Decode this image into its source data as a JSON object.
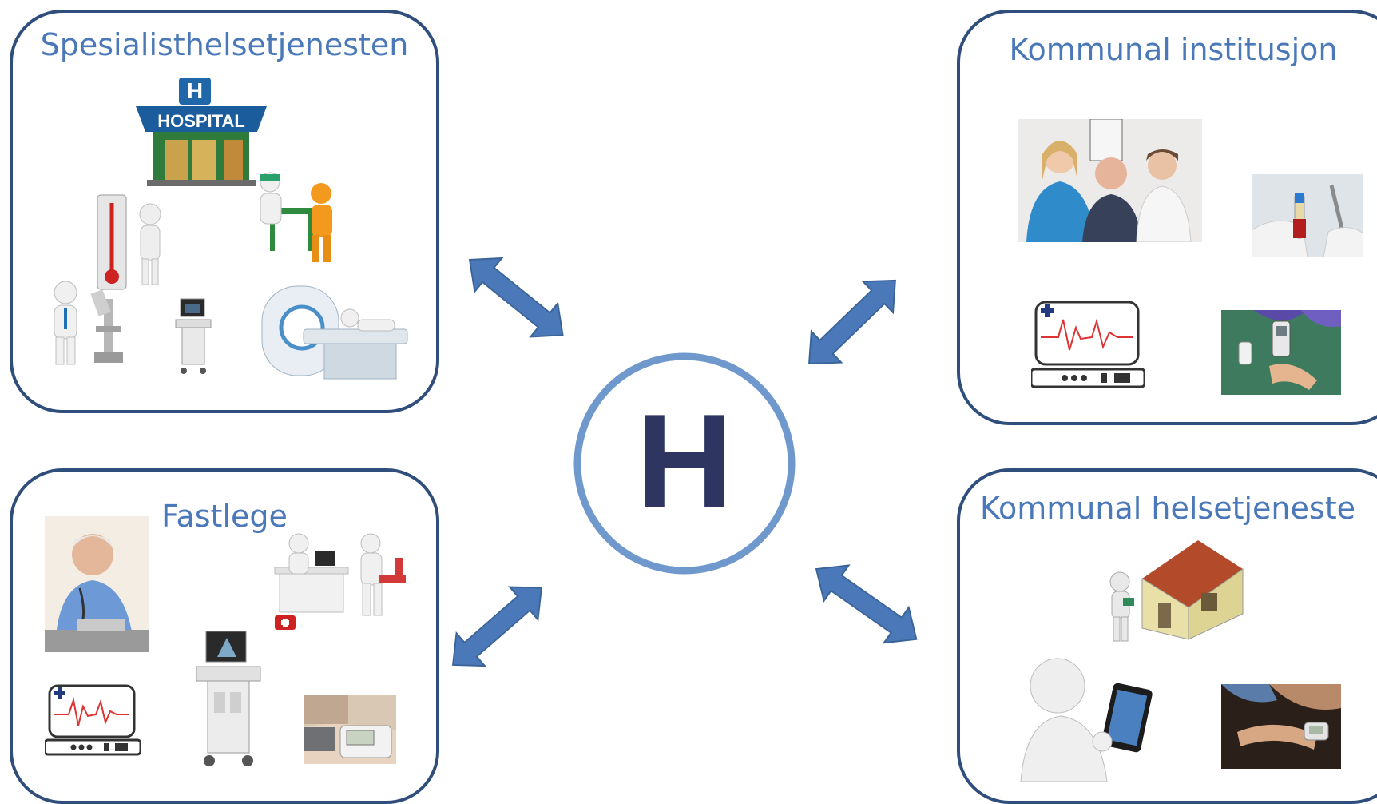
{
  "center": {
    "letter": "H",
    "ring_color": "#6f98cc",
    "letter_color": "#2e3560"
  },
  "arrow_color": "#4a78b8",
  "box_border_color": "#2f4e7b",
  "title_color": "#4a78b8",
  "boxes": {
    "specialist": {
      "title": "Spesialisthelsetjenesten",
      "hospital_sign": "HOSPITAL",
      "hospital_badge": "H",
      "icons": [
        "hospital-building-icon",
        "thermometer-figure-icon",
        "doctor-patient-figure-icon",
        "microscope-figure-icon",
        "ultrasound-machine-icon",
        "ct-scanner-icon"
      ]
    },
    "gp": {
      "title": "Fastlege",
      "icons": [
        "doctor-photo-icon",
        "consultation-figure-icon",
        "ecg-monitor-icon",
        "ultrasound-machine-icon",
        "blood-pressure-photo-icon"
      ]
    },
    "institution": {
      "title": "Kommunal institusjon",
      "icons": [
        "nurse-patients-photo-icon",
        "blood-sample-photo-icon",
        "ecg-monitor-icon",
        "glucose-test-photo-icon"
      ]
    },
    "homecare": {
      "title": "Kommunal helsetjeneste",
      "icons": [
        "house-figure-icon",
        "tablet-figure-icon",
        "wrist-monitor-photo-icon"
      ]
    }
  }
}
